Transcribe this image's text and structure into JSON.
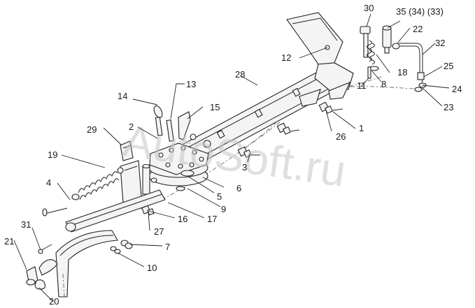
{
  "watermark": "AutoSoft.ru",
  "callouts": {
    "c1": "1",
    "c2": "2",
    "c3": "3",
    "c4": "4",
    "c5": "5",
    "c6": "6",
    "c7": "7",
    "c8": "8",
    "c9": "9",
    "c10": "10",
    "c11": "11",
    "c12": "12",
    "c13": "13",
    "c14": "14",
    "c15": "15",
    "c16": "16",
    "c17": "17",
    "c18": "18",
    "c19": "19",
    "c20": "20",
    "c21": "21",
    "c22": "22",
    "c23": "23",
    "c24": "24",
    "c25": "25",
    "c26": "26",
    "c27": "27",
    "c28": "28",
    "c29": "29",
    "c30": "30",
    "c31": "31",
    "c32": "32",
    "c35": "35 (34) (33)"
  },
  "colors": {
    "ink": "#222222",
    "watermark": "#c4c4c4",
    "background": "#ffffff"
  }
}
